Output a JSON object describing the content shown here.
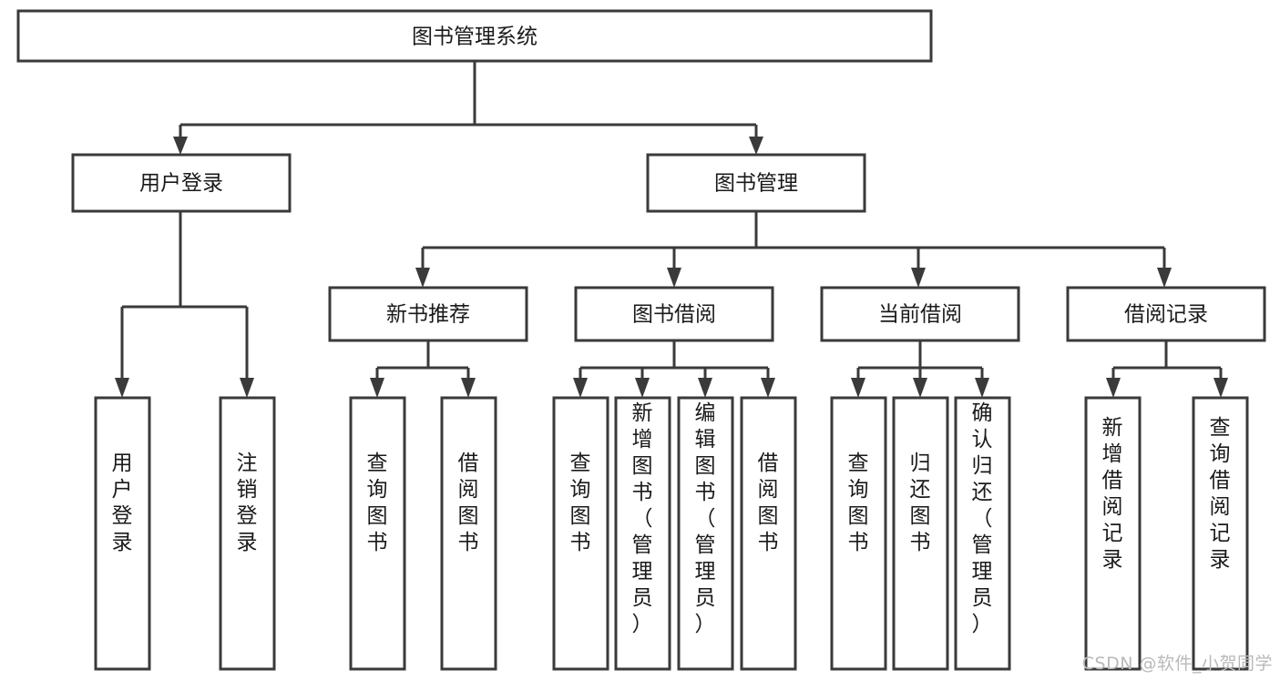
{
  "diagram": {
    "title": "图书管理系统",
    "watermark": "CSDN @软件_小贺同学",
    "levels": {
      "root": {
        "label": "图书管理系统"
      },
      "level2": [
        {
          "label": "用户登录"
        },
        {
          "label": "图书管理"
        }
      ],
      "level3": [
        {
          "label": "新书推荐"
        },
        {
          "label": "图书借阅"
        },
        {
          "label": "当前借阅"
        },
        {
          "label": "借阅记录"
        }
      ],
      "leaves_user_login": [
        {
          "label": "用户登录"
        },
        {
          "label": "注销登录"
        }
      ],
      "leaves_new_book": [
        {
          "label": "查询图书"
        },
        {
          "label": "借阅图书"
        }
      ],
      "leaves_borrow": [
        {
          "label": "查询图书"
        },
        {
          "label": "新增图书（管理员）"
        },
        {
          "label": "编辑图书（管理员）"
        },
        {
          "label": "借阅图书"
        }
      ],
      "leaves_current": [
        {
          "label": "查询图书"
        },
        {
          "label": "归还图书"
        },
        {
          "label": "确认归还（管理员）"
        }
      ],
      "leaves_records": [
        {
          "label": "新增借阅记录"
        },
        {
          "label": "查询借阅记录"
        }
      ]
    },
    "colors": {
      "stroke": "#3a3a3a",
      "fill": "#ffffff",
      "text": "#1a1a1a",
      "watermark": "#b9b9b9"
    }
  }
}
